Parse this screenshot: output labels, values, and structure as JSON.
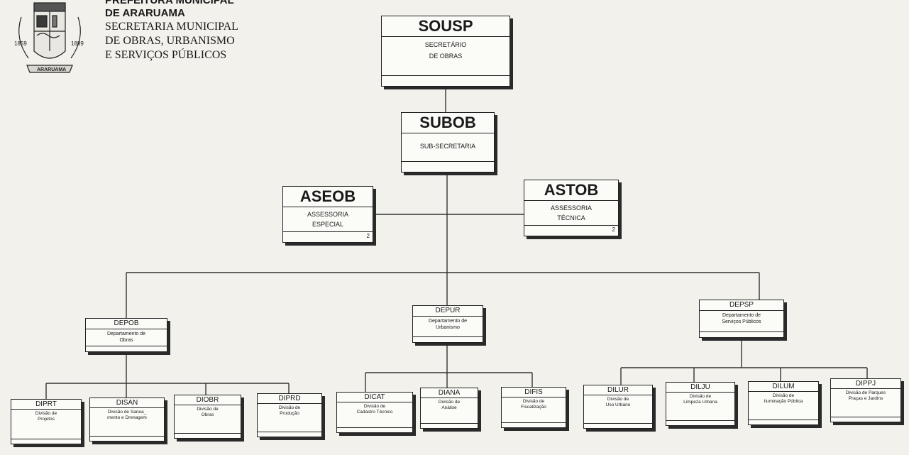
{
  "header": {
    "line1": "PREFEITURA MUNICIPAL",
    "line2": "DE ARARUAMA",
    "line3": "SECRETARIA MUNICIPAL",
    "line4": "DE  OBRAS, URBANISMO",
    "line5": "E SERVIÇOS PÚBLICOS"
  },
  "seal": {
    "year_left": "1859",
    "year_right": "1889",
    "ribbon": "ARARUAMA"
  },
  "units": {
    "sousp": {
      "code": "SOUSP",
      "name_l1": "SECRETÁRIO",
      "name_l2": "DE OBRAS"
    },
    "subob": {
      "code": "SUBOB",
      "name_l1": "SUB-SECRETARIA"
    },
    "aseob": {
      "code": "ASEOB",
      "name_l1": "ASSESSORIA",
      "name_l2": "ESPECIAL",
      "count": "2"
    },
    "astob": {
      "code": "ASTOB",
      "name_l1": "ASSESSORIA",
      "name_l2": "TÉCNICA",
      "count": "2"
    },
    "depob": {
      "code": "DEPOB",
      "name_l1": "Departamento de",
      "name_l2": "Obras"
    },
    "depur": {
      "code": "DEPUR",
      "name_l1": "Departamento de",
      "name_l2": "Urbanismo"
    },
    "depsp": {
      "code": "DEPSP",
      "name_l1": "Departamento de",
      "name_l2": "Serviços Públicos"
    },
    "diprt": {
      "code": "DIPRT",
      "name_l1": "Divisão de",
      "name_l2": "Projetos"
    },
    "disan": {
      "code": "DISAN",
      "name_l1": "Divisão de Sanea_",
      "name_l2": "mento e Drenagem"
    },
    "diobr": {
      "code": "DIOBR",
      "name_l1": "Divisão de",
      "name_l2": "Obras"
    },
    "diprd": {
      "code": "DIPRD",
      "name_l1": "Divisão de",
      "name_l2": "Produção"
    },
    "dicat": {
      "code": "DICAT",
      "name_l1": "Divisão de",
      "name_l2": "Cadastro Técnico"
    },
    "diana": {
      "code": "DIANA",
      "name_l1": "Divisão de",
      "name_l2": "Análise"
    },
    "difis": {
      "code": "DIFIS",
      "name_l1": "Divisão de",
      "name_l2": "Fiscalização"
    },
    "dilur": {
      "code": "DILUR",
      "name_l1": "Divisão de",
      "name_l2": "Uso Urbano"
    },
    "dilju": {
      "code": "DILJU",
      "name_l1": "Divisão de",
      "name_l2": "Limpeza Urbana"
    },
    "dilum": {
      "code": "DILUM",
      "name_l1": "Divisão de",
      "name_l2": "Iluminação Pública"
    },
    "dippj": {
      "code": "DIPPJ",
      "name_l1": "Divisão de Parques",
      "name_l2": "Praças e Jardins"
    }
  }
}
